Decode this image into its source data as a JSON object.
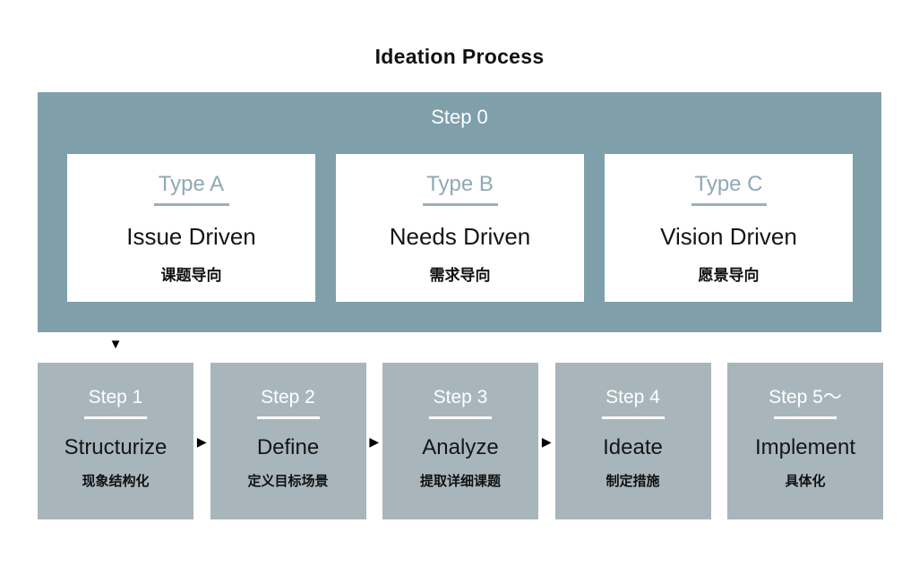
{
  "page": {
    "title": "Ideation Process"
  },
  "colors": {
    "band_background": "#7FA0AB",
    "step_box_background": "#A8B6BC",
    "type_label_text": "#8FA9B3",
    "type_underline": "#9BB0B8",
    "dark_text": "#111111",
    "white": "#FFFFFF"
  },
  "step0": {
    "label": "Step 0",
    "types": [
      {
        "type": "Type A",
        "title": "Issue Driven",
        "subtitle": "课题导向"
      },
      {
        "type": "Type B",
        "title": "Needs Driven",
        "subtitle": "需求导向"
      },
      {
        "type": "Type C",
        "title": "Vision Driven",
        "subtitle": "愿景导向"
      }
    ]
  },
  "steps": [
    {
      "label": "Step 1",
      "title": "Structurize",
      "subtitle": "现象结构化"
    },
    {
      "label": "Step 2",
      "title": "Define",
      "subtitle": "定义目标场景"
    },
    {
      "label": "Step 3",
      "title": "Analyze",
      "subtitle": "提取详细课题"
    },
    {
      "label": "Step 4",
      "title": "Ideate",
      "subtitle": "制定措施"
    },
    {
      "label": "Step 5〜",
      "title": "Implement",
      "subtitle": "具体化"
    }
  ],
  "icons": {
    "down_arrow": "▼",
    "right_arrow": "▶"
  }
}
